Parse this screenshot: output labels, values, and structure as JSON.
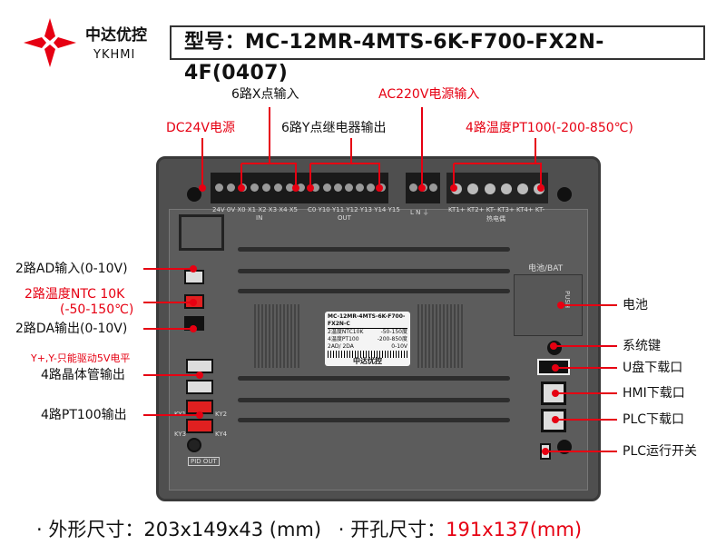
{
  "brand": {
    "name_cn": "中达优控",
    "name_en": "YKHMI"
  },
  "model": {
    "text": "型号：MC-12MR-4MTS-6K-F700-FX2N-4F(0407)"
  },
  "callouts_top": {
    "x_input": "6路X点输入",
    "dc24v": "DC24V电源",
    "y_output": "6路Y点继电器输出",
    "ac220v": "AC220V电源输入",
    "pt100_in": "4路温度PT100(-200-850℃)"
  },
  "callouts_left": {
    "ad_in": "2路AD输入(0-10V)",
    "ntc_1": "2路温度NTC 10K",
    "ntc_2": "(-50-150℃)",
    "da_out": "2路DA输出(0-10V)",
    "y_note": "Y+,Y-只能驱动5V电平",
    "transistor_out": "4路晶体管输出",
    "pt100_out": "4路PT100输出"
  },
  "callouts_right": {
    "battery": "电池",
    "system_key": "系统键",
    "usb_download": "U盘下载口",
    "hmi_download": "HMI下载口",
    "plc_download": "PLC下载口",
    "run_switch": "PLC运行开关"
  },
  "device": {
    "in_pins": "24V 0V X0 X1 X2 X3 X4 X5",
    "in_label": "IN",
    "out_pins": "C0 Y10 Y11 Y12 Y13 Y14 Y15",
    "out_label": "OUT",
    "power_pins": "L N ⏚",
    "pt_pins": "KT1+ KT2+ KT- KT3+ KT4+ KT-",
    "pt_label": "热电偶",
    "battery_label": "电池/BAT",
    "push": "PUSH",
    "pid_out": "PID OUT",
    "ky": [
      "KY1",
      "KY2",
      "KY3",
      "KY4"
    ],
    "sticker": {
      "model": "MC-12MR-4MTS-6K-F700-FX2N-C",
      "rows": [
        [
          "2温度NTC10K",
          "-50-150度"
        ],
        [
          "4温度PT100",
          "-200-850度"
        ],
        [
          "2AD/ 2DA",
          "0-10V"
        ]
      ],
      "brand": "中达优控"
    }
  },
  "dimensions": {
    "outer_label": "· 外形尺寸：",
    "outer_value": "203x149x43 (mm)",
    "cut_label": "· 开孔尺寸：",
    "cut_value": "191x137(mm)"
  },
  "colors": {
    "accent": "#e60012",
    "body": "#4f4f4f"
  }
}
